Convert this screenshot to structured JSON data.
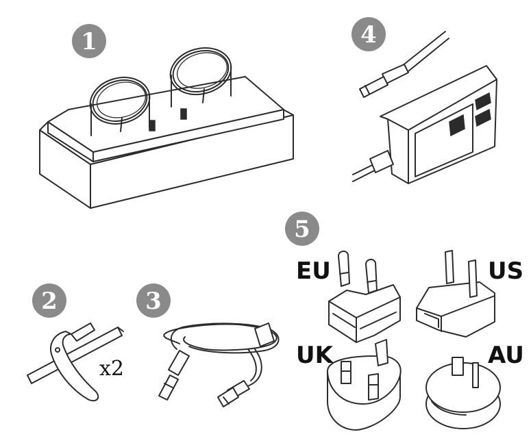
{
  "items": [
    {
      "number": "1"
    },
    {
      "number": "2",
      "quantity": "x2"
    },
    {
      "number": "3"
    },
    {
      "number": "4"
    },
    {
      "number": "5"
    }
  ],
  "plug_types": [
    "EU",
    "US",
    "UK",
    "AU"
  ],
  "colors": {
    "badge": "#8a8a8a",
    "line": "#2b2b2b",
    "label": "#111111"
  }
}
